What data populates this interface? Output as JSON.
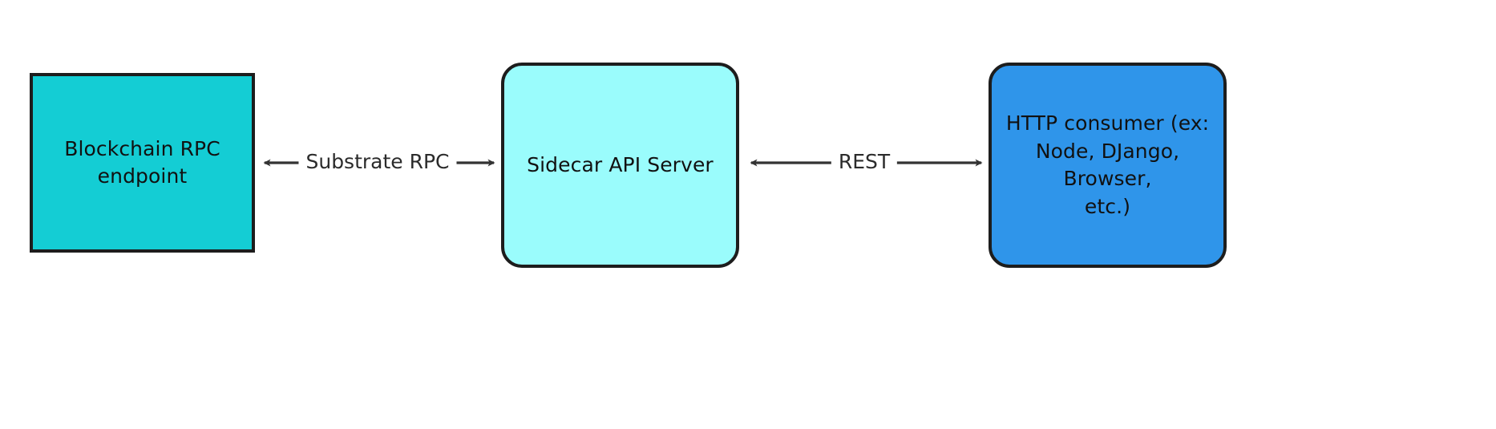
{
  "diagram": {
    "type": "flowchart-left-right",
    "background_color": "#ffffff",
    "nodes": [
      {
        "id": "rpc-endpoint",
        "label": "Blockchain RPC\nendpoint",
        "shape": "rectangle",
        "fill_color": "#14cdd4",
        "stroke_color": "#1d1d1d",
        "text_color": "#111111"
      },
      {
        "id": "sidecar",
        "label": "Sidecar API Server",
        "shape": "rounded-rectangle",
        "fill_color": "#9afcfc",
        "stroke_color": "#1d1d1d",
        "text_color": "#111111"
      },
      {
        "id": "http-consumer",
        "label": "HTTP consumer (ex:\nNode, DJango, Browser,\netc.)",
        "shape": "rounded-rectangle",
        "fill_color": "#2f95ea",
        "stroke_color": "#1d1d1d",
        "text_color": "#111111"
      }
    ],
    "edges": [
      {
        "id": "substrate-rpc",
        "label": "Substrate RPC",
        "from": "sidecar",
        "to": "rpc-endpoint",
        "direction": "bidirectional",
        "stroke_color": "#333333"
      },
      {
        "id": "rest",
        "label": "REST",
        "from": "http-consumer",
        "to": "sidecar",
        "direction": "bidirectional",
        "stroke_color": "#333333"
      }
    ]
  }
}
